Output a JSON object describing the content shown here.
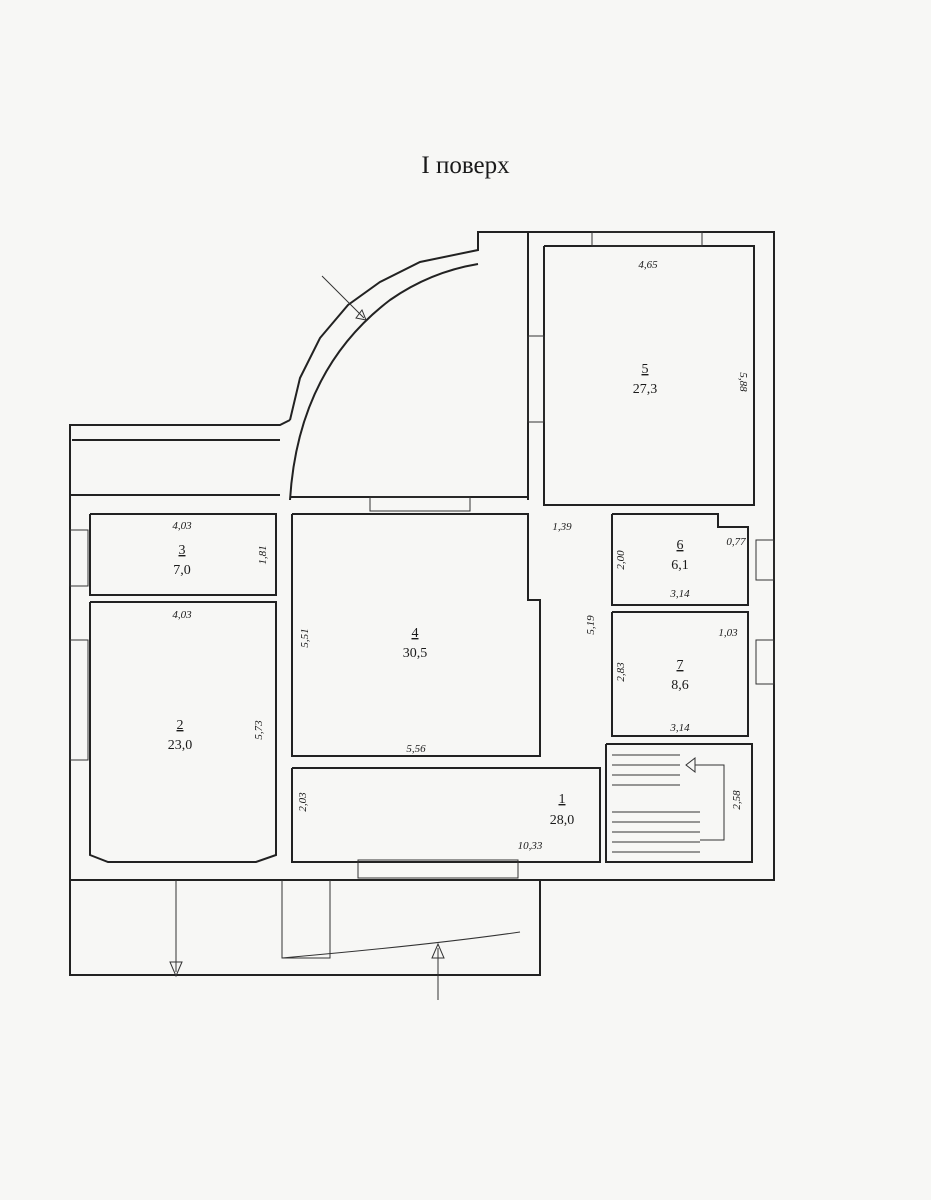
{
  "title": "I поверх",
  "rooms": [
    {
      "id": "1",
      "area": "28,0"
    },
    {
      "id": "2",
      "area": "23,0"
    },
    {
      "id": "3",
      "area": "7,0"
    },
    {
      "id": "4",
      "area": "30,5"
    },
    {
      "id": "5",
      "area": "27,3"
    },
    {
      "id": "6",
      "area": "6,1"
    },
    {
      "id": "7",
      "area": "8,6"
    }
  ],
  "dimensions": [
    "4,65",
    "5,88",
    "4,03",
    "1,81",
    "4,03",
    "5,51",
    "5,56",
    "5,73",
    "1,39",
    "2,00",
    "0,77",
    "3,14",
    "5,19",
    "1,03",
    "2,83",
    "3,14",
    "2,58",
    "2,03",
    "10,33"
  ],
  "colors": {
    "ink": "#222222",
    "paper": "#f7f7f5"
  }
}
